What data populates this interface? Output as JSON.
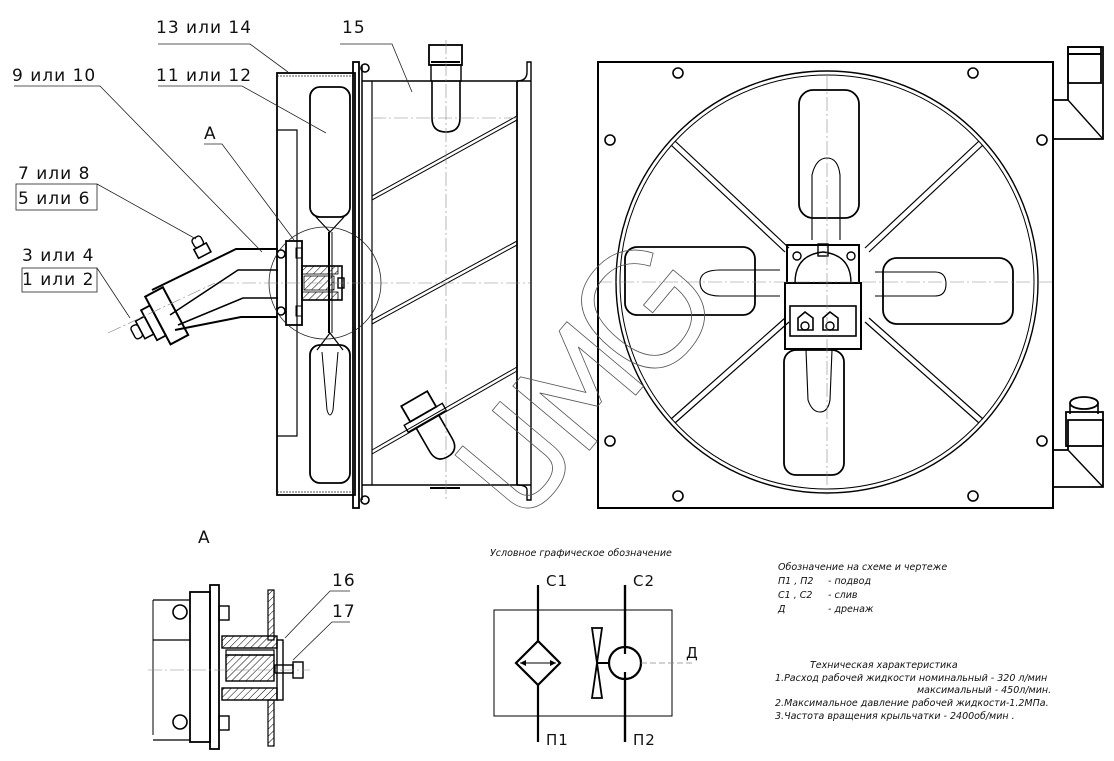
{
  "callouts": {
    "c13_14": "13 или 14",
    "c15": "15",
    "c9_10": "9 или 10",
    "c11_12": "11 или 12",
    "cA": "А",
    "c7_8": "7 или 8",
    "c5_6": "5 или 6",
    "c3_4": "3 или 4",
    "c1_2": "1 или 2"
  },
  "detail_view": {
    "title": "А",
    "c16": "16",
    "c17": "17"
  },
  "symbol": {
    "title": "Условное графическое обозначение",
    "c1": "С1",
    "c2": "С2",
    "p1": "П1",
    "p2": "П2",
    "d": "Д"
  },
  "legend": {
    "title": "Обозначение на схеме и чертеже",
    "rows": [
      {
        "code": "П1 , П2",
        "desc": "- подвод"
      },
      {
        "code": "С1 , С2",
        "desc": "- слив"
      },
      {
        "code": "Д",
        "desc": "- дренаж"
      }
    ]
  },
  "specs": {
    "title": "Техническая характеристика",
    "lines": [
      "1.Расход рабочей жидкости номинальный - 320 л/мин",
      "максимальный - 450л/мин.",
      "2.Максимальное давление рабочей жидкости-1.2МПа.",
      "3.Частота вращения крыльчатки - 2400об/мин ."
    ]
  },
  "watermark": "UMG"
}
